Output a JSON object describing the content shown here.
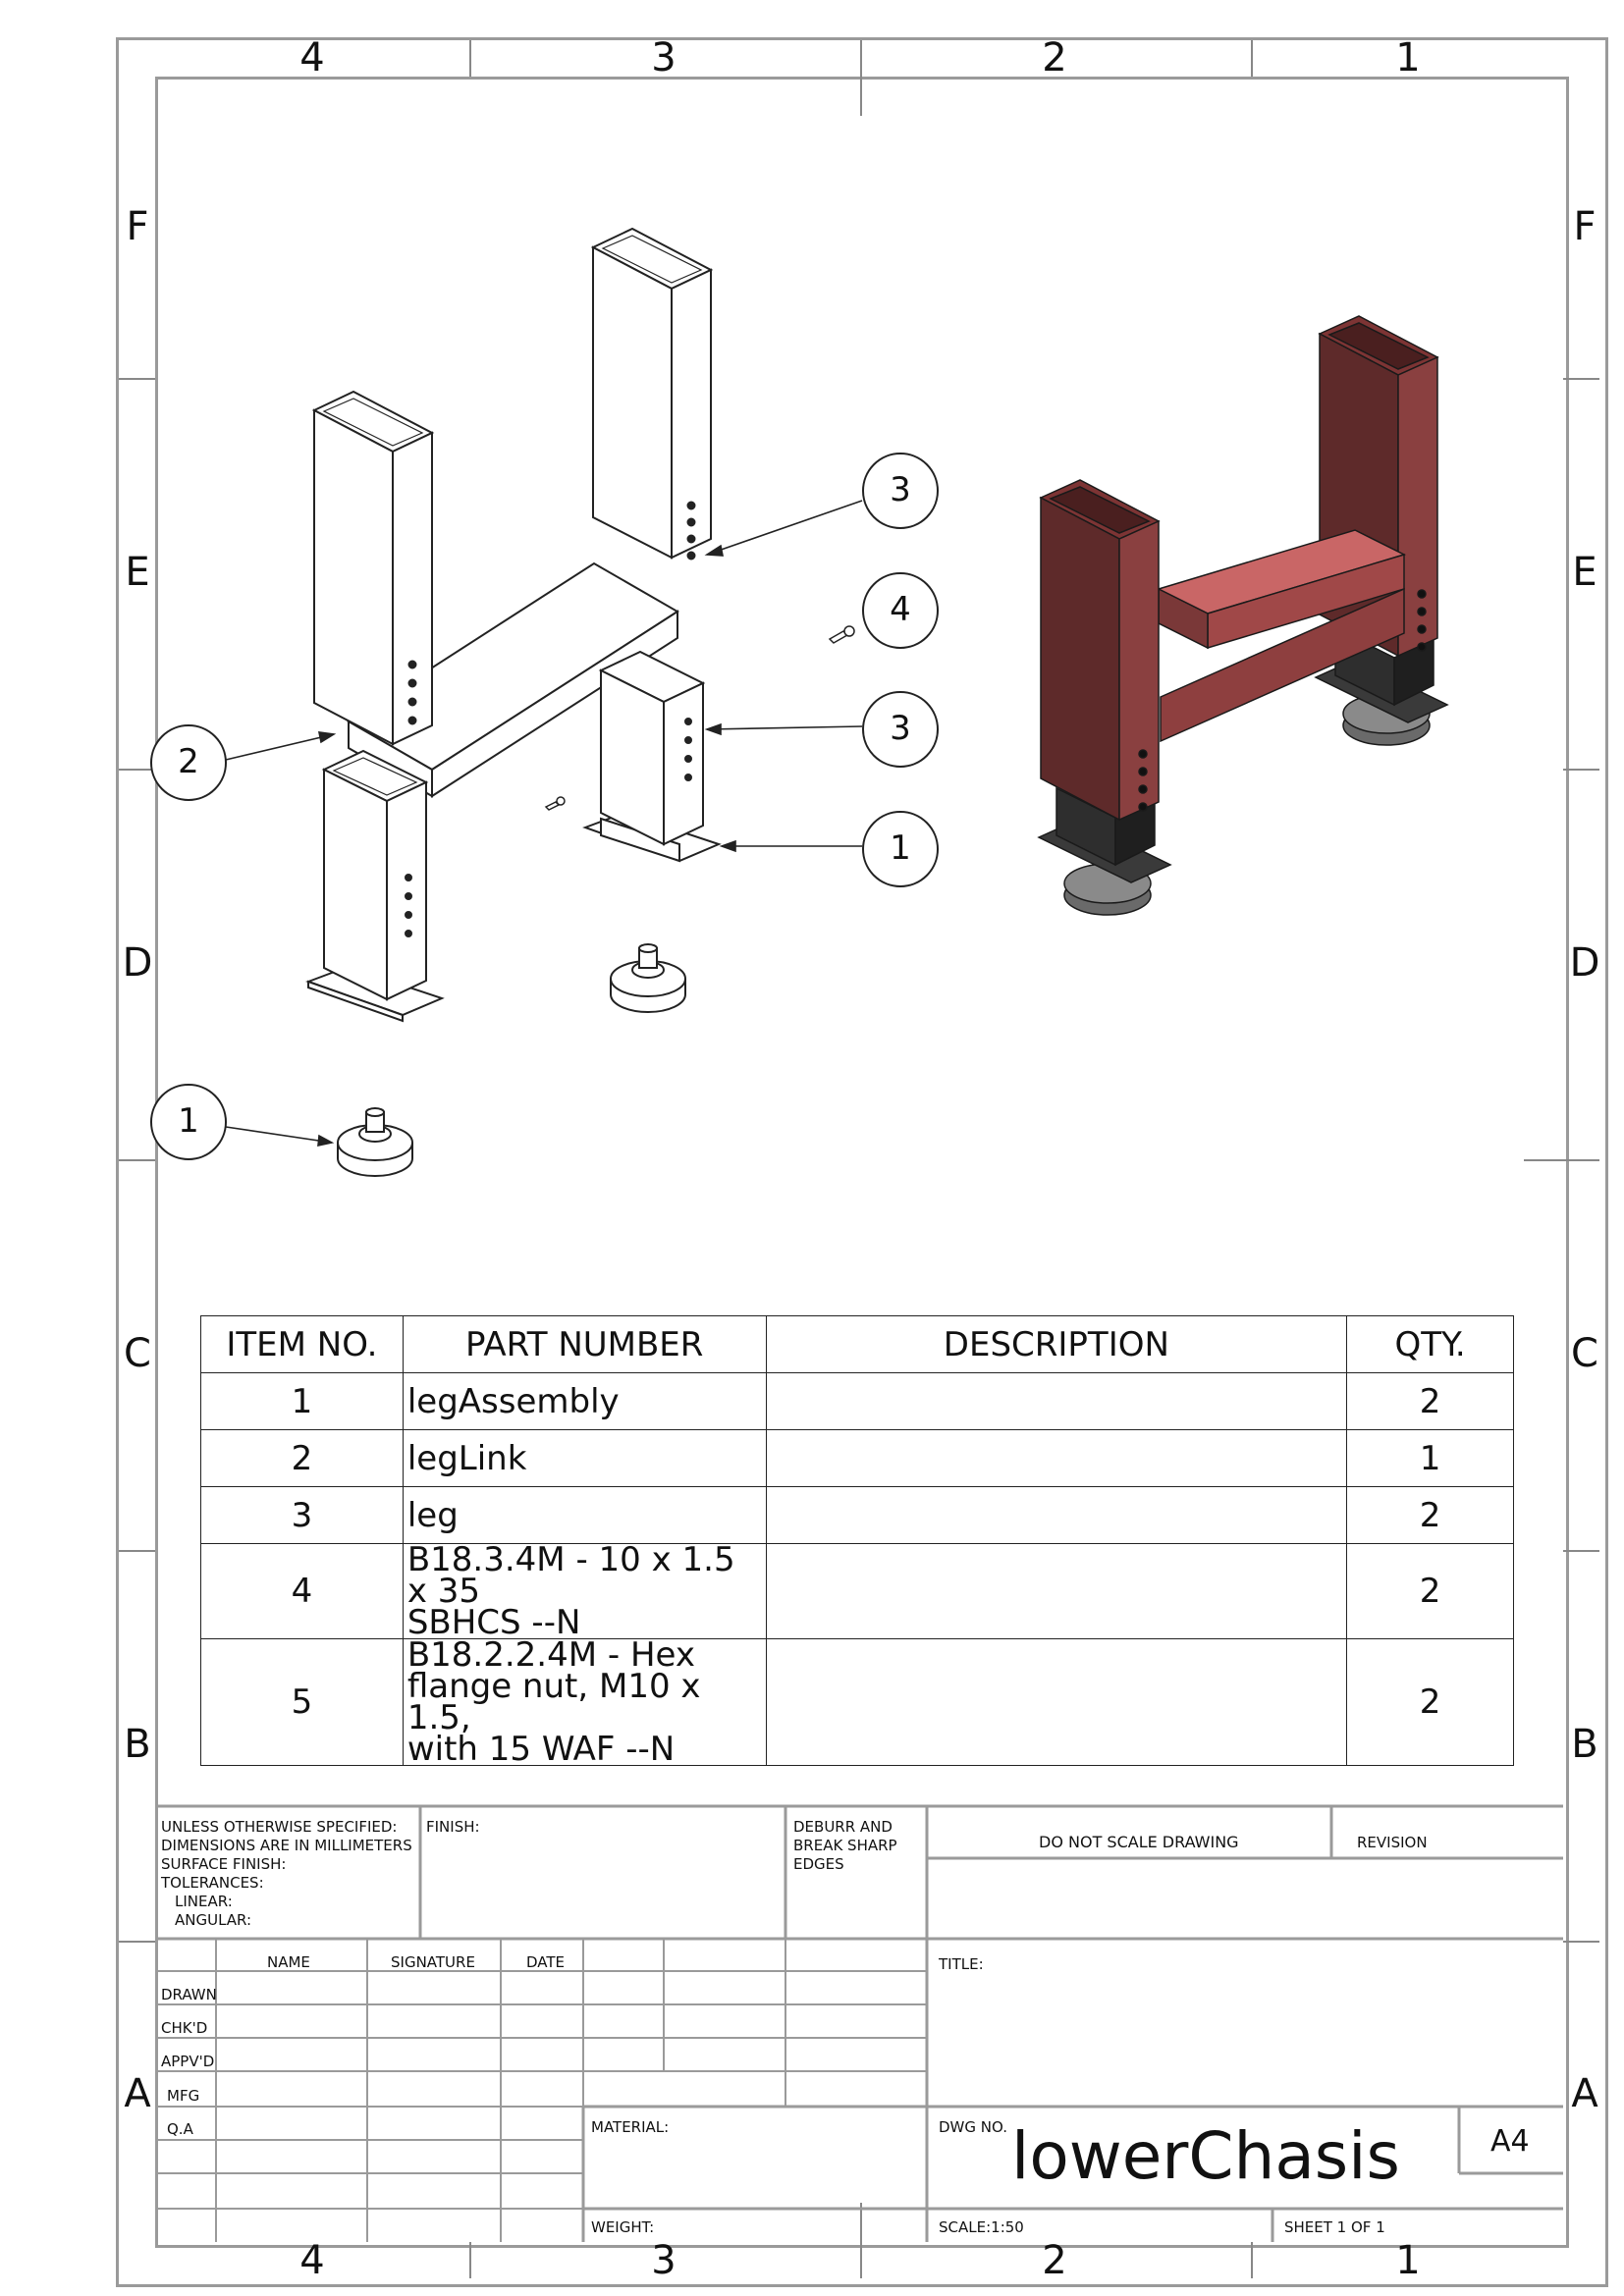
{
  "zones": {
    "columns_top": [
      "4",
      "3",
      "2",
      "1"
    ],
    "columns_bottom": [
      "4",
      "3",
      "2",
      "1"
    ],
    "rows_left": [
      "F",
      "E",
      "D",
      "C",
      "B",
      "A"
    ],
    "rows_right": [
      "F",
      "E",
      "D",
      "C",
      "B",
      "A"
    ]
  },
  "balloons": {
    "b3_top": "3",
    "b4": "4",
    "b3_mid": "3",
    "b1_mid": "1",
    "b2": "2",
    "b1_low": "1"
  },
  "bom": {
    "headers": [
      "ITEM NO.",
      "PART NUMBER",
      "DESCRIPTION",
      "QTY."
    ],
    "rows": [
      {
        "item": "1",
        "part": "legAssembly",
        "desc": "",
        "qty": "2"
      },
      {
        "item": "2",
        "part": "legLink",
        "desc": "",
        "qty": "1"
      },
      {
        "item": "3",
        "part": "leg",
        "desc": "",
        "qty": "2"
      },
      {
        "item": "4",
        "part_l1": "B18.3.4M - 10 x 1.5 x 35",
        "part_l2": "SBHCS --N",
        "desc": "",
        "qty": "2"
      },
      {
        "item": "5",
        "part_l1": "B18.2.2.4M - Hex",
        "part_l2": "flange nut, M10 x 1.5,",
        "part_l3": "with 15 WAF --N",
        "desc": "",
        "qty": "2"
      }
    ]
  },
  "title_block": {
    "unless_l1": "UNLESS OTHERWISE SPECIFIED:",
    "unless_l2": "DIMENSIONS ARE IN MILLIMETERS",
    "unless_l3": "SURFACE FINISH:",
    "unless_l4": "TOLERANCES:",
    "unless_l5": "LINEAR:",
    "unless_l6": "ANGULAR:",
    "finish": "FINISH:",
    "deburr_l1": "DEBURR AND",
    "deburr_l2": "BREAK SHARP",
    "deburr_l3": "EDGES",
    "do_not_scale": "DO NOT SCALE DRAWING",
    "revision": "REVISION",
    "col_name": "NAME",
    "col_signature": "SIGNATURE",
    "col_date": "DATE",
    "row_drawn": "DRAWN",
    "row_chkd": "CHK'D",
    "row_appvd": "APPV'D",
    "row_mfg": "MFG",
    "row_qa": "Q.A",
    "title_label": "TITLE:",
    "material": "MATERIAL:",
    "dwg_no_label": "DWG NO.",
    "dwg_no": "lowerChasis",
    "sheet_size": "A4",
    "weight": "WEIGHT:",
    "scale": "SCALE:1:50",
    "sheet": "SHEET 1 OF 1"
  },
  "colors": {
    "frame": "#999999",
    "steel_red": "#6e2f2f",
    "link_red": "#c45c5c",
    "foot_dark": "#2e2e2e"
  }
}
